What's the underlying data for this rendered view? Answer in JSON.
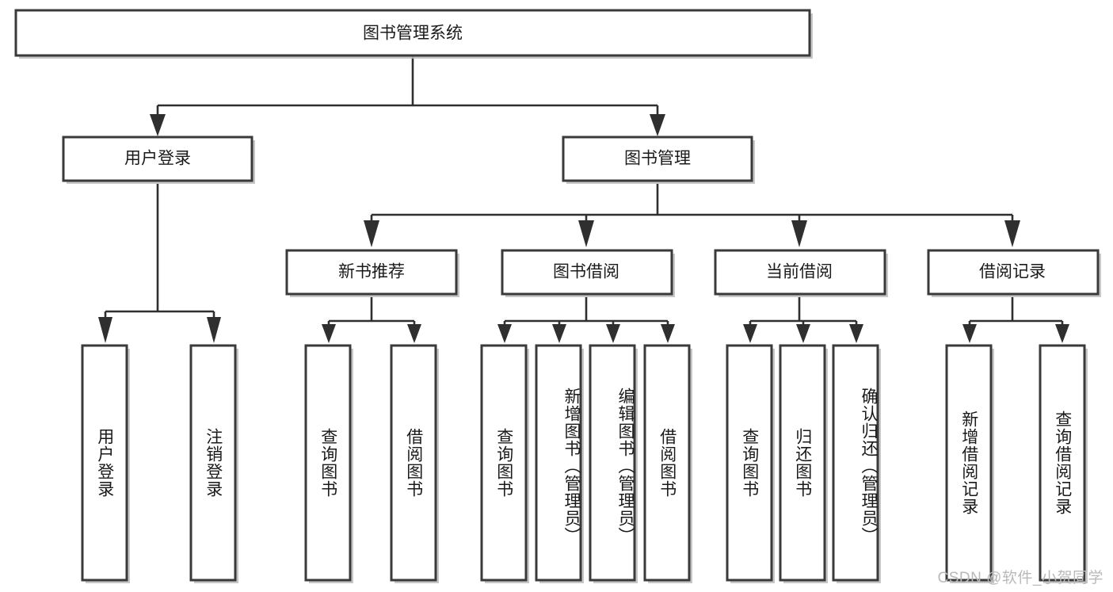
{
  "diagram": {
    "type": "tree",
    "title": "图书管理系统",
    "watermark": "CSDN @软件_小贺同学",
    "colors": {
      "box_fill": "#ffffff",
      "box_stroke": "#3a3a3a",
      "connector": "#2f2f2f",
      "shadow": "#bdbdbd",
      "text": "#1a1a1a",
      "watermark": "#b9b9b9"
    },
    "root": {
      "label": "图书管理系统",
      "level": 0
    },
    "level1": [
      {
        "label": "用户登录"
      },
      {
        "label": "图书管理"
      }
    ],
    "level2": [
      {
        "label": "新书推荐",
        "parent": "图书管理"
      },
      {
        "label": "图书借阅",
        "parent": "图书管理"
      },
      {
        "label": "当前借阅",
        "parent": "图书管理"
      },
      {
        "label": "借阅记录",
        "parent": "图书管理"
      }
    ],
    "leaves": {
      "user_login": [
        {
          "label": "用户登录"
        },
        {
          "label": "注销登录"
        }
      ],
      "new_book_recommend": [
        {
          "label": "查询图书"
        },
        {
          "label": "借阅图书"
        }
      ],
      "book_borrow": [
        {
          "label": "查询图书"
        },
        {
          "label": "新增图书（管理员）"
        },
        {
          "label": "编辑图书（管理员）"
        },
        {
          "label": "借阅图书"
        }
      ],
      "current_borrow": [
        {
          "label": "查询图书"
        },
        {
          "label": "归还图书"
        },
        {
          "label": "确认归还（管理员）"
        }
      ],
      "borrow_records": [
        {
          "label": "新增借阅记录"
        },
        {
          "label": "查询借阅记录"
        }
      ]
    }
  }
}
